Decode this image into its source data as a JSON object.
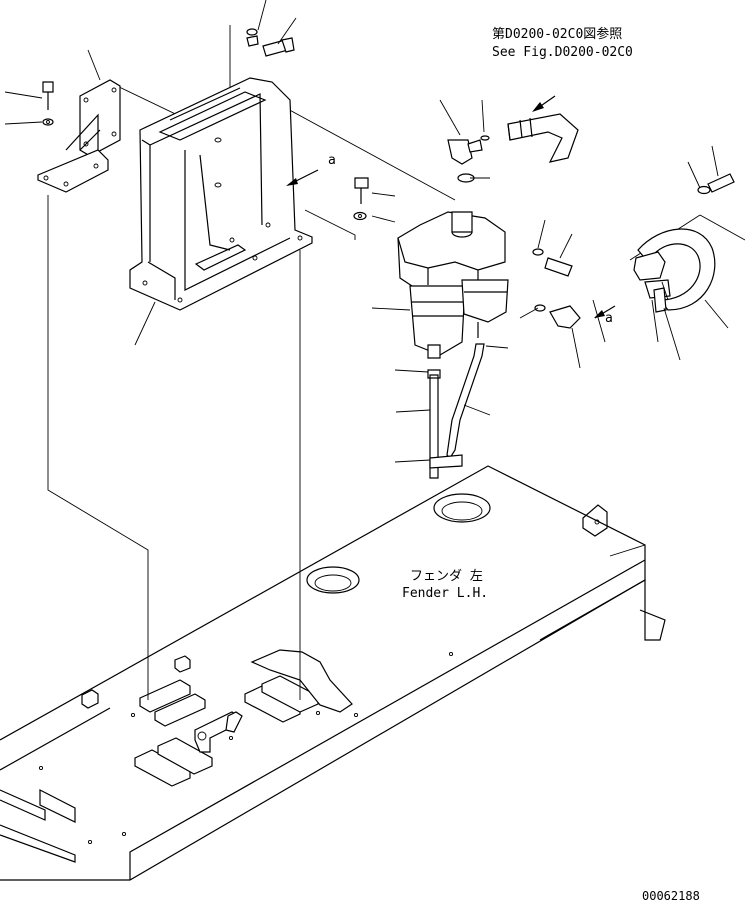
{
  "reference": {
    "jp": "第D0200-02C0図参照",
    "en": "See Fig.D0200-02C0"
  },
  "fender": {
    "jp": "フェンダ 左",
    "en": "Fender L.H."
  },
  "marker_a": "a",
  "drawing_number": "00062188"
}
